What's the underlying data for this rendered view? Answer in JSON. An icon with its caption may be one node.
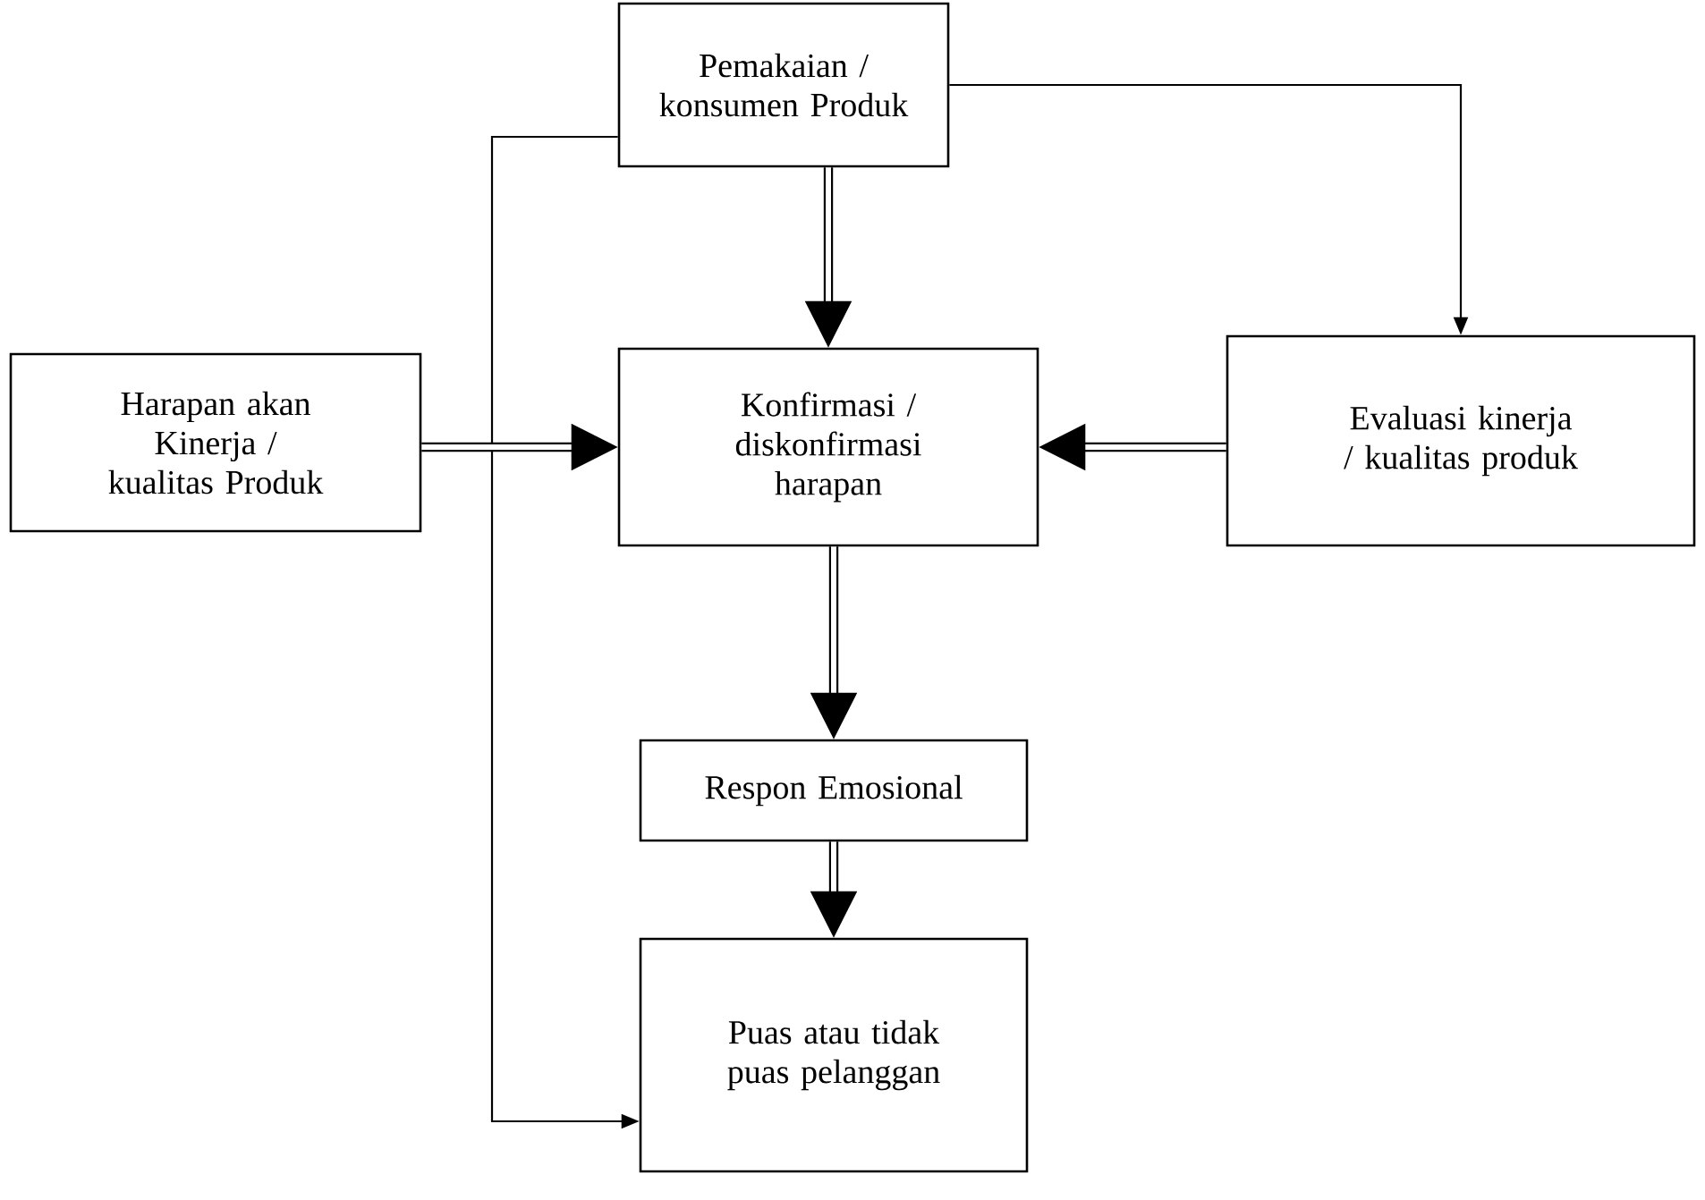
{
  "diagram": {
    "nodes": [
      {
        "text": [
          "Pemakaian / konsumen Produk"
        ]
      },
      {
        "text": [
          "Harapan akan Kinerja / kualitas Produk"
        ]
      },
      {
        "text": [
          "Konfirmasi / diskonfirmasi harapan"
        ]
      },
      {
        "text": [
          "Evaluasi kinerja / kualitas produk"
        ]
      },
      {
        "text": [
          "Respon Emosional"
        ]
      },
      {
        "text": [
          "Puas atau tidak puas pelanggan"
        ]
      }
    ],
    "edges": [
      {
        "from": 0,
        "to": 2,
        "arrow": "to"
      },
      {
        "from": 0,
        "to": 3,
        "arrow": "to"
      },
      {
        "from": 0,
        "to": 5,
        "arrow": "to"
      },
      {
        "from": 1,
        "to": 2,
        "arrow": "to"
      },
      {
        "from": 3,
        "to": 2,
        "arrow": "to"
      },
      {
        "from": 2,
        "to": 4,
        "arrow": "to"
      },
      {
        "from": 4,
        "to": 5,
        "arrow": "to"
      }
    ]
  }
}
